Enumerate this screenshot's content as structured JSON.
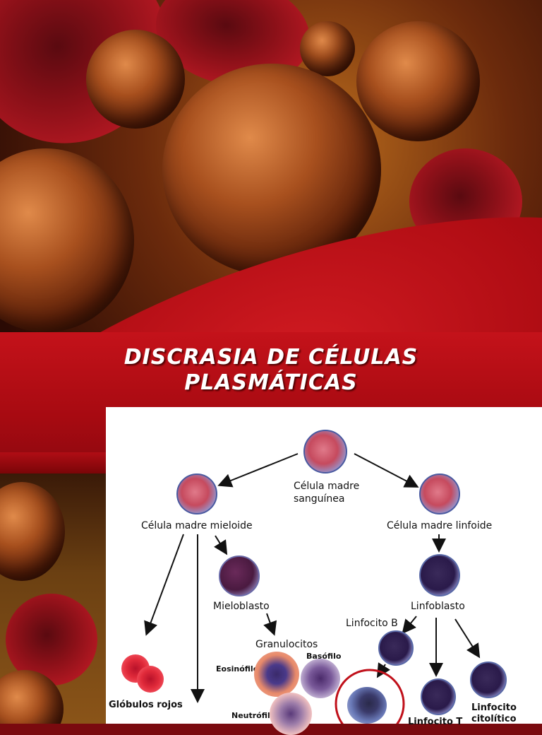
{
  "slide": {
    "title_line1": "DISCRASIA DE CÉLULAS",
    "title_line2": "PLASMÁTICAS"
  },
  "diagram": {
    "labels": {
      "stem": "Célula madre",
      "stem2": "sanguínea",
      "myeloid": "Célula madre mieloide",
      "lymphoid": "Célula madre linfoide",
      "myeloblast": "Mieloblasto",
      "lymphoblast": "Linfoblasto",
      "lymphb": "Linfocito B",
      "granulocytes": "Granulocitos",
      "eosinophil": "Eosinófilo",
      "basophil": "Basófilo",
      "neutrophil": "Neutrófilo",
      "rbc": "Glóbulos rojos",
      "lympht": "Linfocito T",
      "cytotoxic1": "Linfocito",
      "cytotoxic2": "citolítico"
    }
  },
  "colors": {
    "slide_red": "#c4121a",
    "highlight_circle": "#c0101a"
  }
}
